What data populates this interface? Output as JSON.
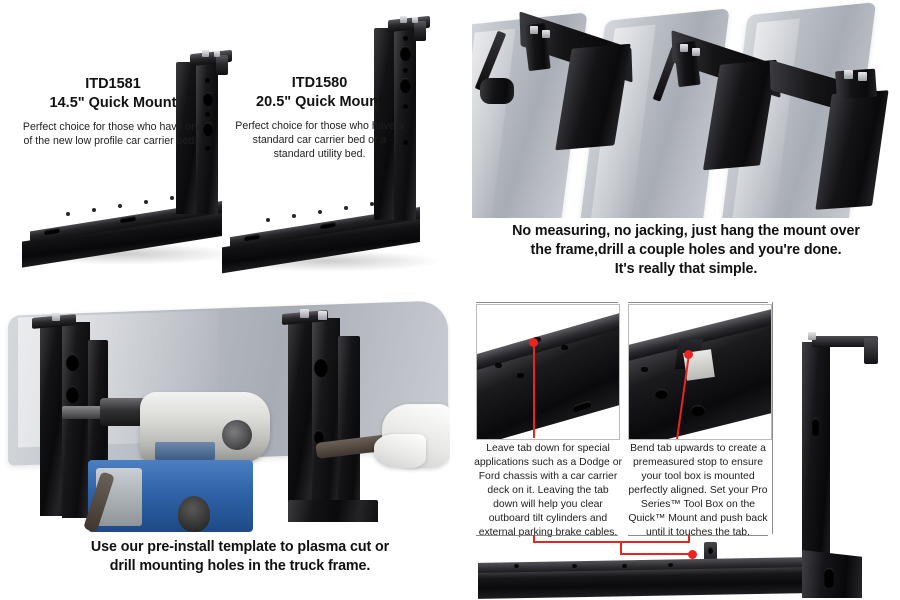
{
  "meta": {
    "background_color": "#ffffff",
    "accent_red": "#e8251f",
    "text_color": "#1d1d1d"
  },
  "products": [
    {
      "sku": "ITD1581",
      "size_label": "14.5\" Quick Mount",
      "description": "Perfect choice for those who have one of the new low profile car carrier beds."
    },
    {
      "sku": "ITD1580",
      "size_label": "20.5\" Quick Mount",
      "description": "Perfect choice for those who have a standard car carrier bed or a standard utility bed."
    }
  ],
  "captions": {
    "hanging": "No measuring, no jacking, just hang the mount over the frame,drill a couple holes and you're done. It's really that simple.",
    "hanging_lines": [
      "No measuring, no jacking, just hang the mount over",
      "the frame,drill a couple holes and you're done.",
      "It's really that simple."
    ],
    "drilling": "Use our pre-install template to plasma cut or drill mounting holes in the truck frame.",
    "drilling_lines": [
      "Use our pre-install template to plasma cut or",
      "drill mounting holes in the truck frame."
    ]
  },
  "callouts": [
    {
      "id": "tab-down",
      "text": "Leave tab down for special applications such as a Dodge or Ford chassis with a car carrier deck on it. Leaving the tab down will help you clear outboard tilt cylinders and external parking brake cables."
    },
    {
      "id": "tab-up",
      "text": "Bend tab upwards to create a premeasured stop to ensure your tool box is mounted perfectly aligned. Set your Pro Series™ Tool Box on the Quick™ Mount and push back until it touches the tab."
    }
  ],
  "photos": {
    "products_alt": "Two black L-shaped Quick Mount brackets shown side by side",
    "hanging_alt": "Three Quick Mounts hung over diagonal gray truck frame rails",
    "drilling_alt": "Worker drilling mounting holes through a mount on a gray truck frame",
    "inset_tab_down_alt": "Close-up of mount rail with tab left in the down position",
    "inset_tab_up_alt": "Close-up of mount rail with tab bent upwards as a stop",
    "mount_main_alt": "Side view of the Quick Mount base rail with the upright tab"
  }
}
